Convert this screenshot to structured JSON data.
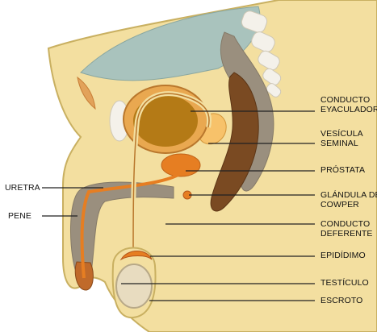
{
  "colors": {
    "skin": "#f3dfa0",
    "skin_outline": "#c9b061",
    "bladder_fill": "#b47a16",
    "gland_orange": "#e67e22",
    "rectum_brown": "#7a4a22",
    "organ_gray": "#9a8f7e",
    "pelvic_blue": "#a9c3bd",
    "bone_white": "#f4f1ea",
    "line_black": "#222222"
  },
  "labels": {
    "conducto_eyaculador": [
      "CONDUCTO",
      "EYACULADOR"
    ],
    "vesicula_seminal": [
      "VESÍCULA",
      "SEMINAL"
    ],
    "prostata": "PRÓSTATA",
    "glandula_cowper": [
      "GLÁNDULA DE",
      "COWPER"
    ],
    "conducto_deferente": [
      "CONDUCTO",
      "DEFERENTE"
    ],
    "epididimo": "EPIDÍDIMO",
    "testiculo": "TESTÍCULO",
    "escroto": "ESCROTO",
    "uretra": "URETRA",
    "pene": "PENE"
  }
}
